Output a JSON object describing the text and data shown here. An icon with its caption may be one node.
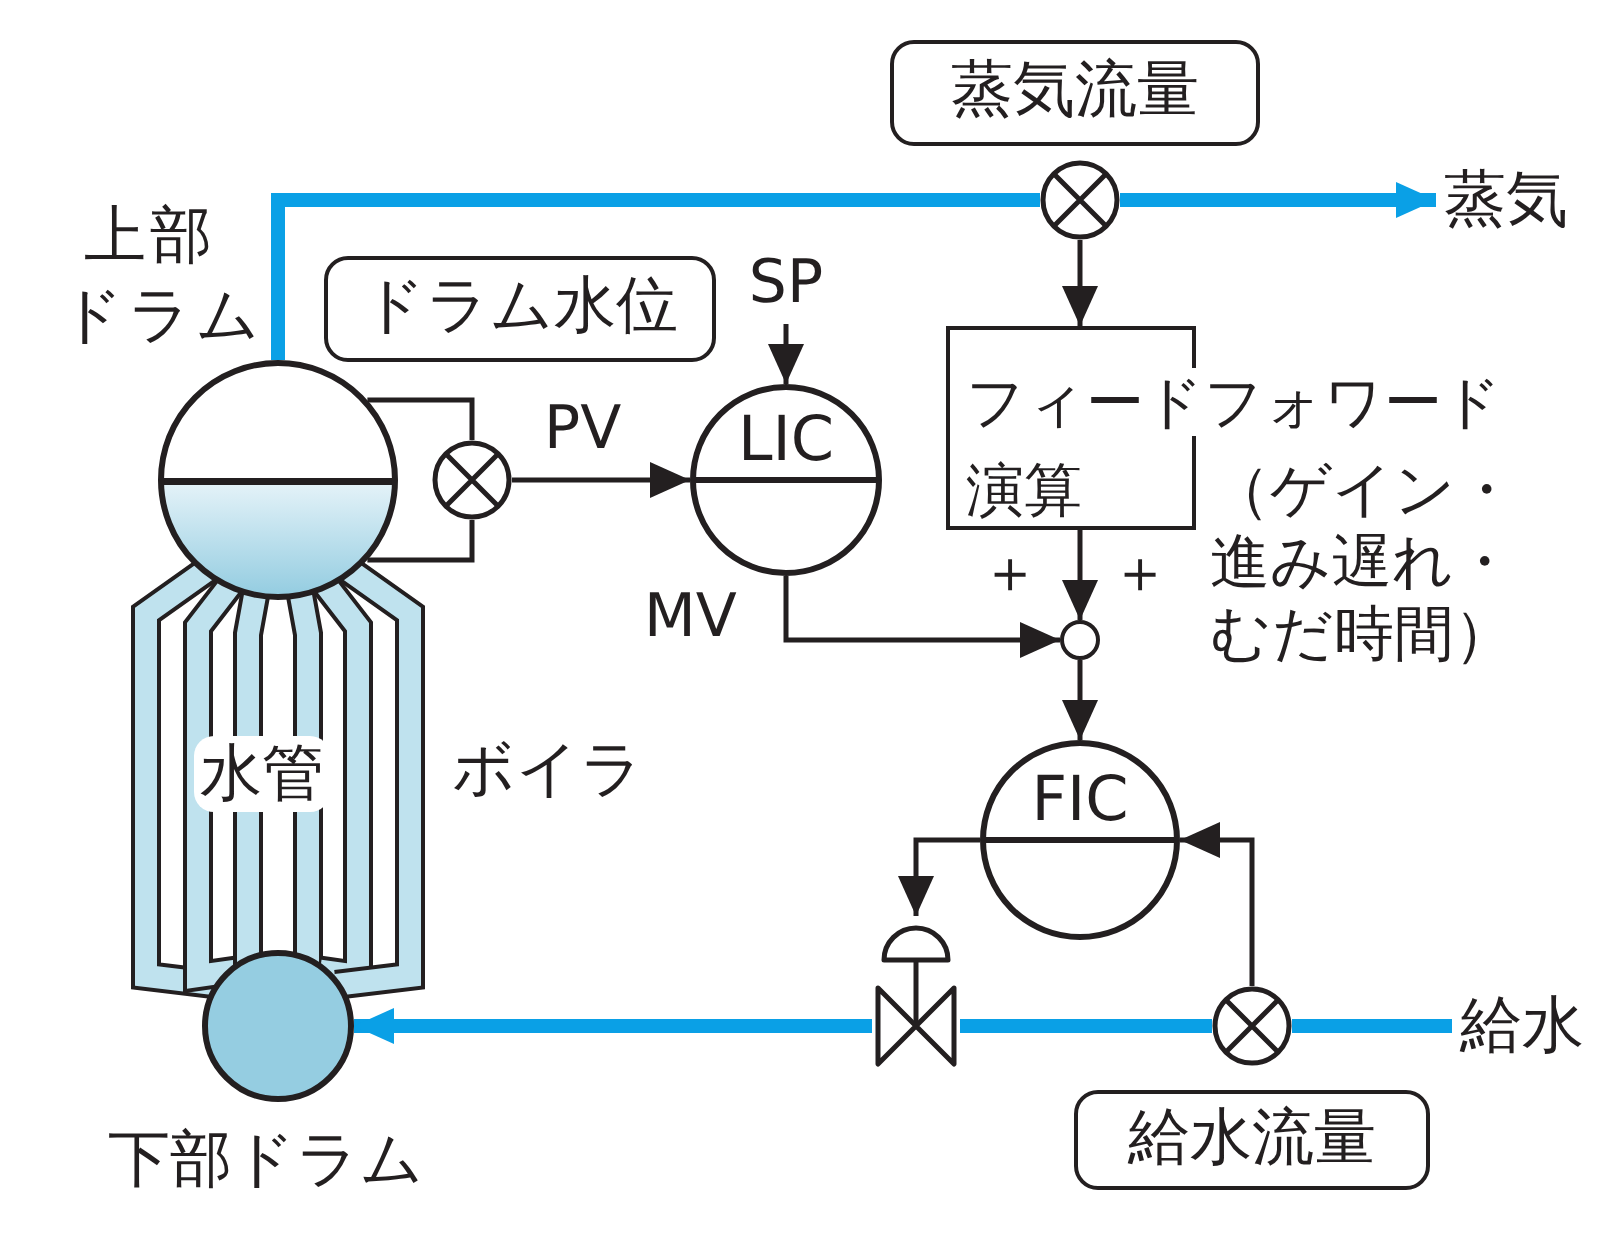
{
  "diagram": {
    "nodes": [
      {
        "text": [],
        "shape": "circle",
        "beside": [
          "上部ドラム"
        ]
      },
      {
        "text": [],
        "shape": "circle",
        "beside": [
          "下部ドラム"
        ]
      },
      {
        "text": [
          "ドラム水位"
        ]
      },
      {
        "text": [],
        "shape": "circle"
      },
      {
        "text": [
          "LIC"
        ]
      },
      {
        "text": [
          "SP"
        ]
      },
      {
        "text": [
          "蒸気流量"
        ]
      },
      {
        "text": [],
        "shape": "circle"
      },
      {
        "text": [
          "蒸気"
        ]
      },
      {
        "text": [
          "フィードフォワード演算"
        ]
      },
      {
        "text": [],
        "shape": "circle"
      },
      {
        "text": [
          "FIC"
        ]
      },
      {
        "text": [],
        "shape": "valve"
      },
      {
        "text": [],
        "shape": "circle"
      },
      {
        "text": [
          "給水流量"
        ]
      },
      {
        "text": [
          "給水"
        ]
      }
    ],
    "edges": [
      {
        "from": 0,
        "to": 3,
        "arrow": "none"
      },
      {
        "from": 0,
        "to": 3,
        "arrow": "none"
      },
      {
        "from": 3,
        "to": 4,
        "arrow": "to",
        "label": "PV"
      },
      {
        "from": 5,
        "to": 4,
        "arrow": "to"
      },
      {
        "from": 0,
        "to": 7,
        "arrow": "none",
        "style": "thick",
        "color": "#0aa0e6"
      },
      {
        "from": 7,
        "to": 8,
        "arrow": "to",
        "style": "thick",
        "color": "#0aa0e6"
      },
      {
        "from": 7,
        "to": 9,
        "arrow": "to"
      },
      {
        "from": 9,
        "to": 10,
        "arrow": "to"
      },
      {
        "from": 4,
        "to": 10,
        "arrow": "to",
        "label": "MV"
      },
      {
        "from": 10,
        "to": 11,
        "arrow": "to"
      },
      {
        "from": 11,
        "to": 12,
        "arrow": "to"
      },
      {
        "from": 13,
        "to": 11,
        "arrow": "to"
      },
      {
        "from": 15,
        "to": 13,
        "arrow": "none",
        "style": "thick",
        "color": "#0aa0e6"
      },
      {
        "from": 13,
        "to": 12,
        "arrow": "none",
        "style": "thick",
        "color": "#0aa0e6"
      },
      {
        "from": 12,
        "to": 1,
        "arrow": "to",
        "style": "thick",
        "color": "#0aa0e6"
      }
    ],
    "labels": [
      "＋",
      "＋",
      "（ゲイン・進み遅れ・むだ時間）",
      "水管",
      "ボイラ"
    ]
  }
}
